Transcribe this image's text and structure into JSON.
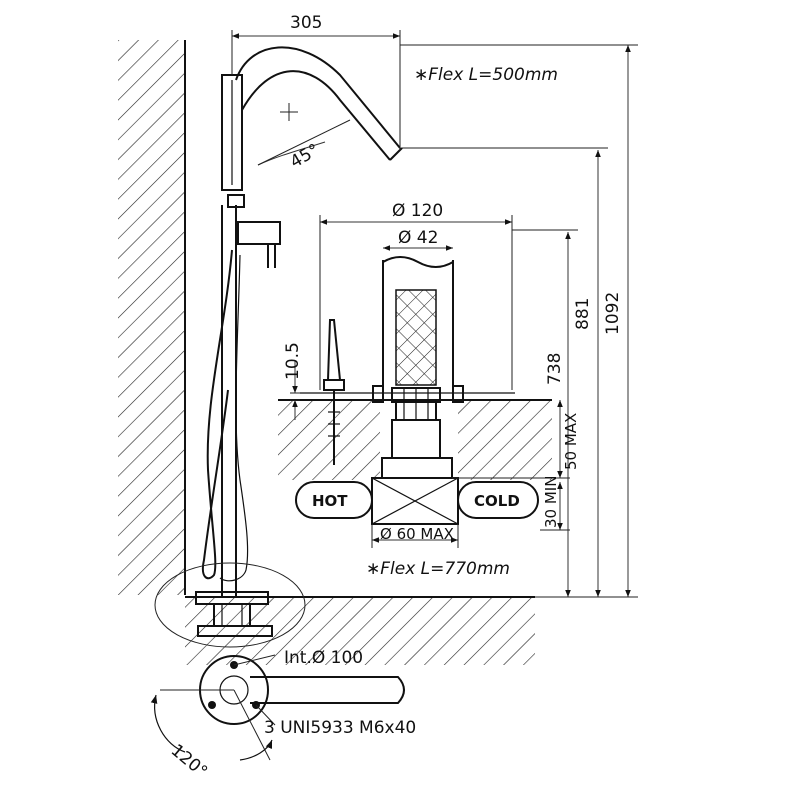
{
  "dimensions": {
    "spout_reach": "305",
    "spout_angle": "45°",
    "outer_diameter": "Ø 120",
    "inner_diameter": "Ø 42",
    "height_spout": "881",
    "height_total": "1092",
    "height_738": "738",
    "flange": "10.5",
    "depth_max": "50 MAX",
    "depth_min": "30 MIN",
    "pipe_diameter": "Ø 60 MAX",
    "base_diameter": "Int.Ø 100",
    "rotation_angle": "120°",
    "screws": "3 UNI5933 M6x40"
  },
  "notes": {
    "flex_top": "∗Flex L=500mm",
    "flex_bottom": "∗Flex L=770mm"
  },
  "pipes": {
    "hot": "HOT",
    "cold": "COLD"
  }
}
